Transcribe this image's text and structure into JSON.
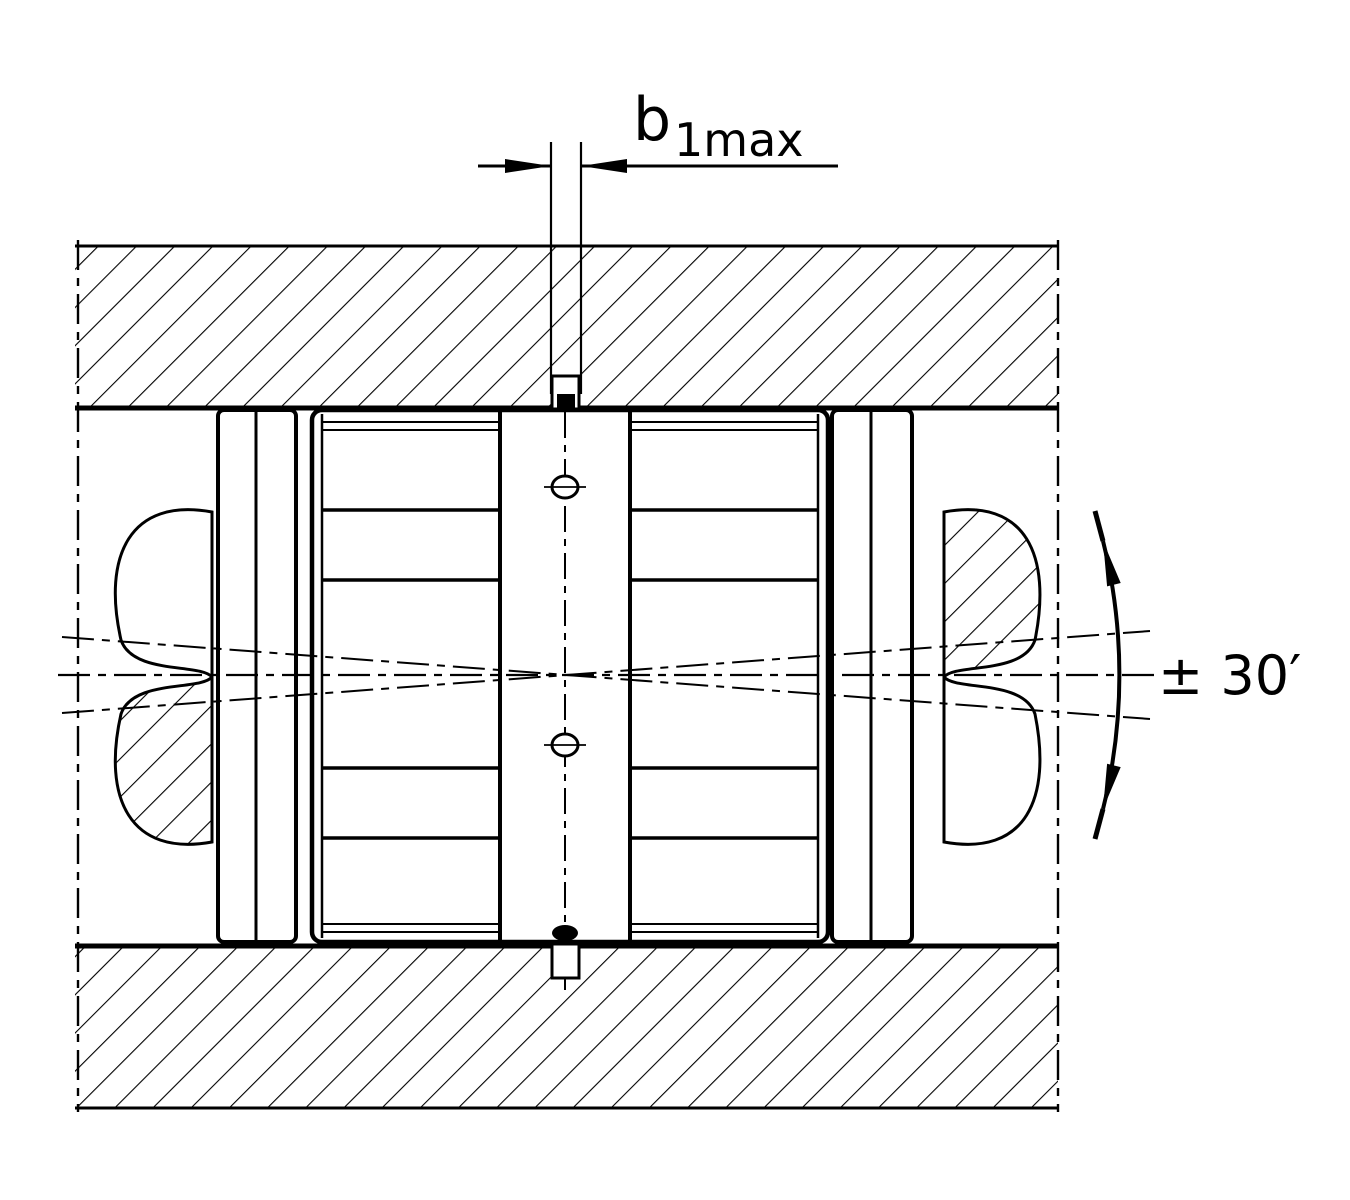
{
  "labels": {
    "dim_base": "b",
    "dim_sub": "1max",
    "angle": "± 30′"
  },
  "colors": {
    "ink": "#000000",
    "paper": "#ffffff"
  }
}
